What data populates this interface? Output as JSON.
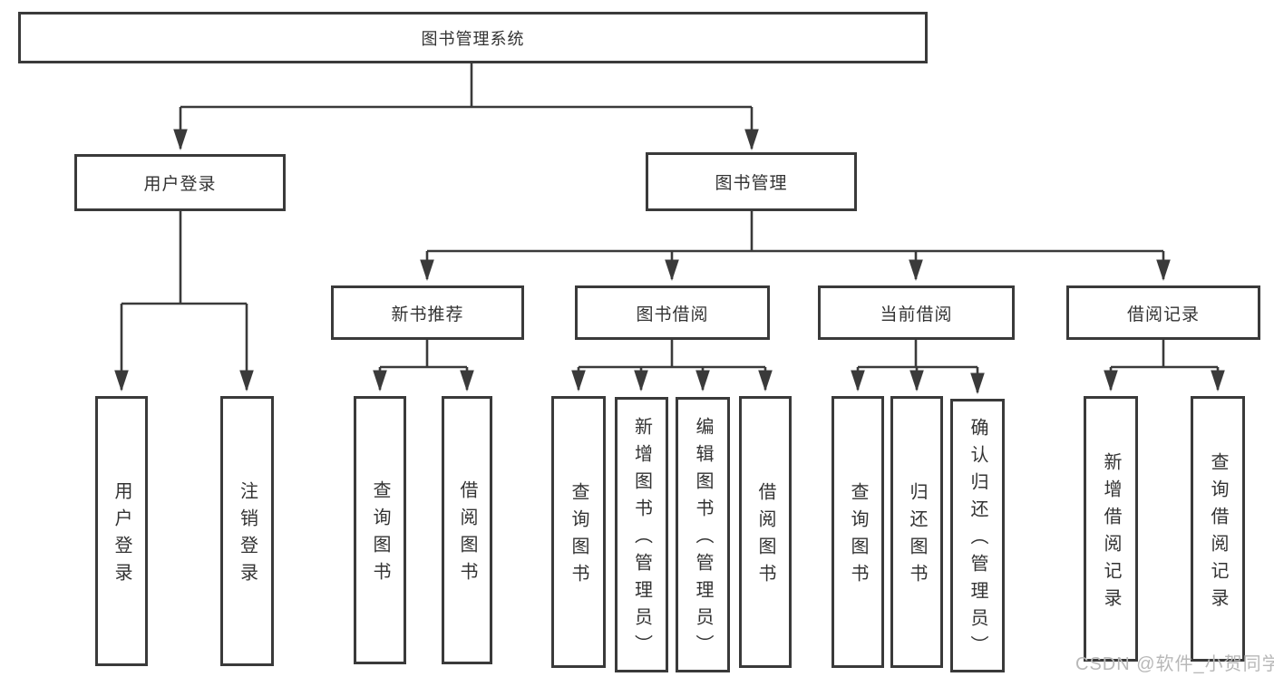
{
  "tree": {
    "root": {
      "label": "图书管理系统",
      "children": [
        {
          "label": "用户登录",
          "children": [
            {
              "label": "用户登录"
            },
            {
              "label": "注销登录"
            }
          ]
        },
        {
          "label": "图书管理",
          "children": [
            {
              "label": "新书推荐",
              "children": [
                {
                  "label": "查询图书"
                },
                {
                  "label": "借阅图书"
                }
              ]
            },
            {
              "label": "图书借阅",
              "children": [
                {
                  "label": "查询图书"
                },
                {
                  "label": "新增图书（管理员）"
                },
                {
                  "label": "编辑图书（管理员）"
                },
                {
                  "label": "借阅图书"
                }
              ]
            },
            {
              "label": "当前借阅",
              "children": [
                {
                  "label": "查询图书"
                },
                {
                  "label": "归还图书"
                },
                {
                  "label": "确认归还（管理员）"
                }
              ]
            },
            {
              "label": "借阅记录",
              "children": [
                {
                  "label": "新增借阅记录"
                },
                {
                  "label": "查询借阅记录"
                }
              ]
            }
          ]
        }
      ]
    }
  },
  "watermark": "CSDN @软件_小贺同学",
  "colors": {
    "line": "#3a3a3a",
    "text": "#333333",
    "background": "#ffffff",
    "watermark": "#b8b8b8"
  }
}
